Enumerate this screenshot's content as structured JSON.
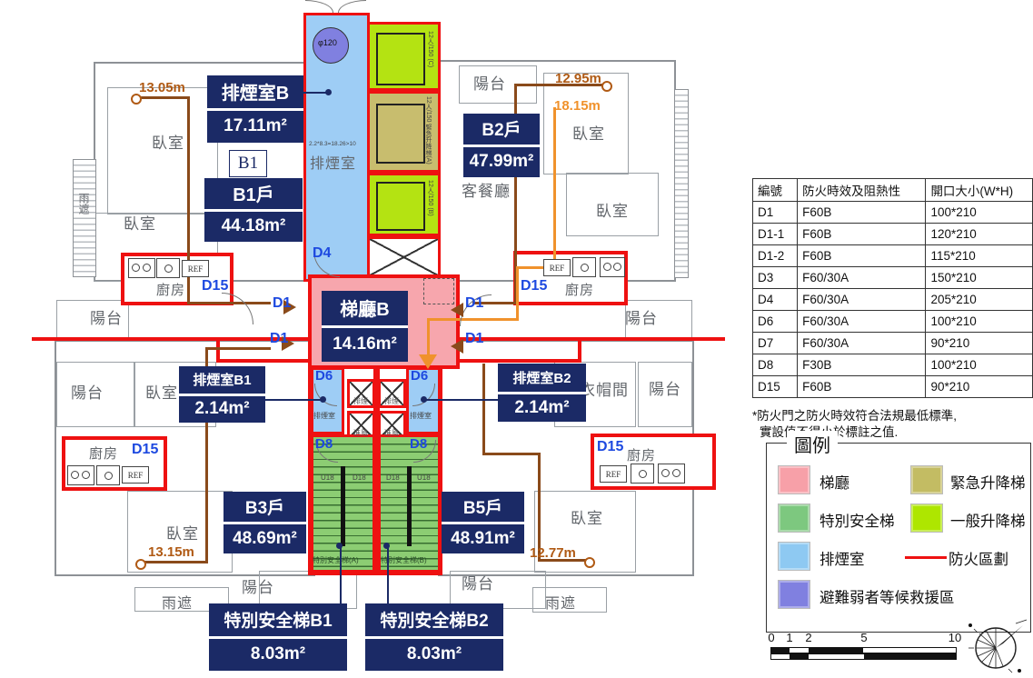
{
  "colors": {
    "label_bg": "#1b2a66",
    "lobby": "#f7a6ad",
    "special_stair": "#8ccd73",
    "smoke_room": "#9ecdf5",
    "refuge": "#8080e0",
    "emergency_elevator": "#c8bd6e",
    "general_elevator": "#b4e312",
    "fire_line": "#ee1111"
  },
  "plan": {
    "rooms": {
      "bedroom": "臥室",
      "balcony": "陽台",
      "kitchen": "廚房",
      "living_dining": "客餐廳",
      "cloakroom": "衣帽間",
      "rain_shelter": "雨遮",
      "fridge": "REF"
    },
    "doors": {
      "d1": "D1",
      "d4": "D4",
      "d6": "D6",
      "d8": "D8",
      "d15": "D15"
    },
    "units": {
      "smoke_b": {
        "title": "排煙室B",
        "area": "17.11m²"
      },
      "b1_tag": "B1",
      "b1": {
        "title": "B1戶",
        "area": "44.18m²"
      },
      "b2": {
        "title": "B2戶",
        "area": "47.99m²"
      },
      "lobby_b": {
        "title": "梯廳B",
        "area": "14.16m²"
      },
      "smoke_b1": {
        "title": "排煙室B1",
        "area": "2.14m²"
      },
      "smoke_b2": {
        "title": "排煙室B2",
        "area": "2.14m²"
      },
      "b3": {
        "title": "B3戶",
        "area": "48.69m²"
      },
      "b5": {
        "title": "B5戶",
        "area": "48.91m²"
      },
      "stair_b1": {
        "title": "特別安全梯B1",
        "area": "8.03m²"
      },
      "stair_b2": {
        "title": "特別安全梯B2",
        "area": "8.03m²"
      }
    },
    "distances": {
      "top_left": "13.05m",
      "top_right_outer": "12.95m",
      "top_right_inner": "18.15m",
      "bottom_left": "13.15m",
      "bottom_right": "12.77m"
    },
    "shaft": {
      "circle": "φ120",
      "formula": "2.2*8.3=18.26>10",
      "smoke_room": "排煙室",
      "exhaust": "排煙",
      "intake": "進風"
    },
    "elevators": {
      "c": "12人/150 (C)",
      "a": "12人/150 緊急升降梯(A)",
      "b": "12人/150 (B)"
    },
    "stairs": {
      "up": "U18",
      "down": "D18",
      "a": "特別安全梯(A)",
      "b": "特別安全梯(B)"
    }
  },
  "fire_door_table": {
    "headers": [
      "編號",
      "防火時效及阻熱性",
      "開口大小(W*H)"
    ],
    "rows": [
      [
        "D1",
        "F60B",
        "100*210"
      ],
      [
        "D1-1",
        "F60B",
        "120*210"
      ],
      [
        "D1-2",
        "F60B",
        "115*210"
      ],
      [
        "D3",
        "F60/30A",
        "150*210"
      ],
      [
        "D4",
        "F60/30A",
        "205*210"
      ],
      [
        "D6",
        "F60/30A",
        "100*210"
      ],
      [
        "D7",
        "F60/30A",
        "90*210"
      ],
      [
        "D8",
        "F30B",
        "100*210"
      ],
      [
        "D15",
        "F60B",
        "90*210"
      ]
    ],
    "note_line1": "*防火門之防火時效符合法規最低標準,",
    "note_line2": "實設值不得小於標註之值."
  },
  "legend": {
    "title": "圖例",
    "items": [
      {
        "label": "梯廳",
        "color": "#f7a0a8"
      },
      {
        "label": "特別安全梯",
        "color": "#7dc87f"
      },
      {
        "label": "排煙室",
        "color": "#8ec9f2"
      },
      {
        "label": "避難弱者等候救援區",
        "color": "#8080e0"
      },
      {
        "label": "緊急升降梯",
        "color": "#c3bc63"
      },
      {
        "label": "一般升降梯",
        "color": "#aee600"
      }
    ],
    "fire_line": {
      "label": "防火區劃",
      "color": "#ee1111"
    }
  },
  "scale_bar": {
    "ticks": [
      "0",
      "1",
      "2",
      "5",
      "10"
    ]
  }
}
